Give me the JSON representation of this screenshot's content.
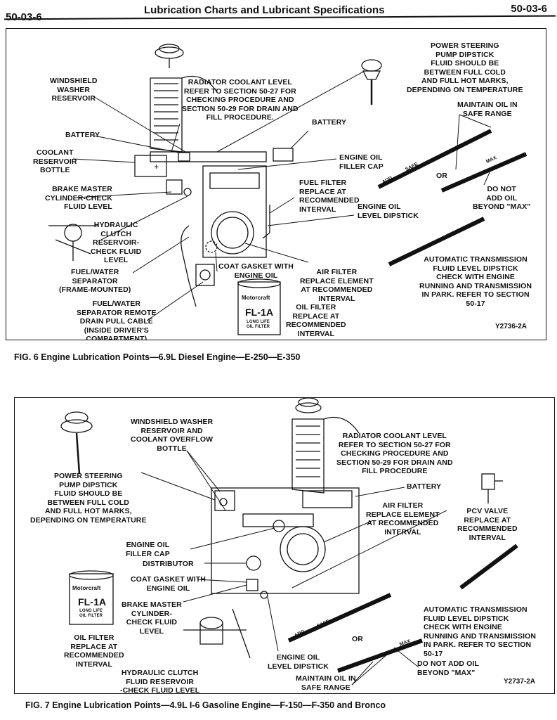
{
  "header": {
    "page_left": "50-03-6",
    "page_right": "50-03-6",
    "title": "Lubrication Charts and Lubricant Specifications"
  },
  "fig6": {
    "caption": "FIG. 6  Engine Lubrication Points—6.9L Diesel Engine—E-250—E-350",
    "code": "Y2736-2A",
    "labels": {
      "washer": "WINDSHIELD\nWASHER\nRESERVOIR",
      "radiator": "RADIATOR COOLANT LEVEL\nREFER TO SECTION 50-27 FOR\nCHECKING PROCEDURE AND\nSECTION 50-29 FOR DRAIN AND\nFILL PROCEDURE.",
      "ps": "POWER STEERING\nPUMP DIPSTICK\nFLUID SHOULD BE\nBETWEEN FULL COLD\nAND FULL HOT MARKS,\nDEPENDING ON TEMPERATURE",
      "maintain": "MAINTAIN OIL IN\nSAFE RANGE",
      "battery_left": "BATTERY",
      "battery_right": "BATTERY",
      "coolant_res": "COOLANT\nRESERVOIR\nBOTTLE",
      "oil_filler": "ENGINE OIL\nFILLER CAP",
      "or": "OR",
      "brake": "BRAKE MASTER\nCYLINDER-CHECK\nFLUID LEVEL",
      "fuel_filter": "FUEL FILTER\nREPLACE AT\nRECOMMENDED\nINTERVAL",
      "do_not_add": "DO NOT\nADD OIL\nBEYOND \"MAX\"",
      "dipstick": "ENGINE OIL\nLEVEL DIPSTICK",
      "clutch": "HYDRAULIC\nCLUTCH\nRESERVOIR-\nCHECK FLUID\nLEVEL",
      "trans": "AUTOMATIC TRANSMISSION\nFLUID LEVEL DIPSTICK\nCHECK WITH ENGINE\nRUNNING AND TRANSMISSION\nIN PARK. REFER TO SECTION\n50-17",
      "fuel_water": "FUEL/WATER\nSEPARATOR\n(FRAME-MOUNTED)",
      "coat_gasket": "COAT GASKET WITH\nENGINE OIL",
      "air_filter": "AIR FILTER\nREPLACE ELEMENT\nAT RECOMMENDED\nINTERVAL",
      "fuel_water_remote": "FUEL/WATER\nSEPARATOR REMOTE\nDRAIN PULL CABLE\n(INSIDE DRIVER'S\nCOMPARTMENT)",
      "oil_filter": "OIL FILTER\nREPLACE AT\nRECOMMENDED\nINTERVAL"
    },
    "marks": {
      "filter_brand": "Motorcraft",
      "filter_model": "FL-1A",
      "filter_sub": "LONG LIFE\nOIL FILTER",
      "stick_add": "ADD",
      "stick_safe": "SAFE",
      "stick_max": "MAX"
    }
  },
  "fig7": {
    "caption": "FIG. 7  Engine Lubrication Points—4.9L I-6 Gasoline Engine—F-150—F-350 and Bronco",
    "code": "Y2737-2A",
    "labels": {
      "washer": "WINDSHIELD WASHER\nRESERVOIR AND\nCOOLANT OVERFLOW\nBOTTLE",
      "radiator": "RADIATOR COOLANT LEVEL\nREFER TO SECTION 50-27 FOR\nCHECKING PROCEDURE AND\nSECTION 50-29 FOR DRAIN AND\nFILL PROCEDURE",
      "ps": "POWER STEERING\nPUMP DIPSTICK\nFLUID SHOULD BE\nBETWEEN FULL COLD\nAND FULL HOT MARKS,\nDEPENDING ON TEMPERATURE",
      "battery": "BATTERY",
      "air_filter": "AIR FILTER\nREPLACE ELEMENT\nAT RECOMMENDED\nINTERVAL",
      "pcv": "PCV VALVE\nREPLACE AT\nRECOMMENDED\nINTERVAL",
      "oil_filler": "ENGINE OIL\nFILLER CAP",
      "distributor": "DISTRIBUTOR",
      "coat_gasket": "COAT GASKET WITH\nENGINE OIL",
      "brake": "BRAKE MASTER\nCYLINDER-\nCHECK FLUID\nLEVEL",
      "trans": "AUTOMATIC TRANSMISSION\nFLUID LEVEL DIPSTICK\nCHECK WITH ENGINE\nRUNNING AND TRANSMISSION\nIN PARK. REFER TO SECTION\n50-17",
      "oil_filter": "OIL FILTER\nREPLACE AT\nRECOMMENDED\nINTERVAL",
      "or": "OR",
      "dipstick": "ENGINE OIL\nLEVEL DIPSTICK",
      "do_not_add": "DO NOT ADD OIL\nBEYOND \"MAX\"",
      "clutch": "HYDRAULIC CLUTCH\nFLUID RESERVOIR\n-CHECK FLUID LEVEL",
      "maintain": "MAINTAIN OIL IN\nSAFE RANGE"
    },
    "marks": {
      "filter_brand": "Motorcraft",
      "filter_model": "FL-1A",
      "filter_sub": "LONG LIFE\nOIL FILTER",
      "stick_add": "ADD",
      "stick_safe": "SAFE",
      "stick_max": "MAX"
    }
  }
}
